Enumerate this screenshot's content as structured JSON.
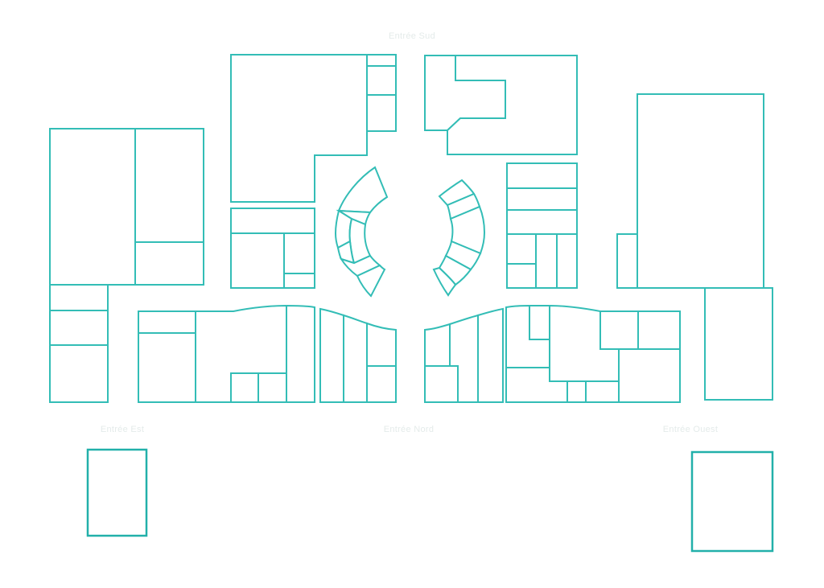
{
  "map": {
    "accent_color": "#33bdb6",
    "background_color": "#ffffff",
    "entrances": {
      "south": "Entrée Sud",
      "east": "Entrée Est",
      "north": "Entrée Nord",
      "west": "Entrée Ouest"
    }
  }
}
